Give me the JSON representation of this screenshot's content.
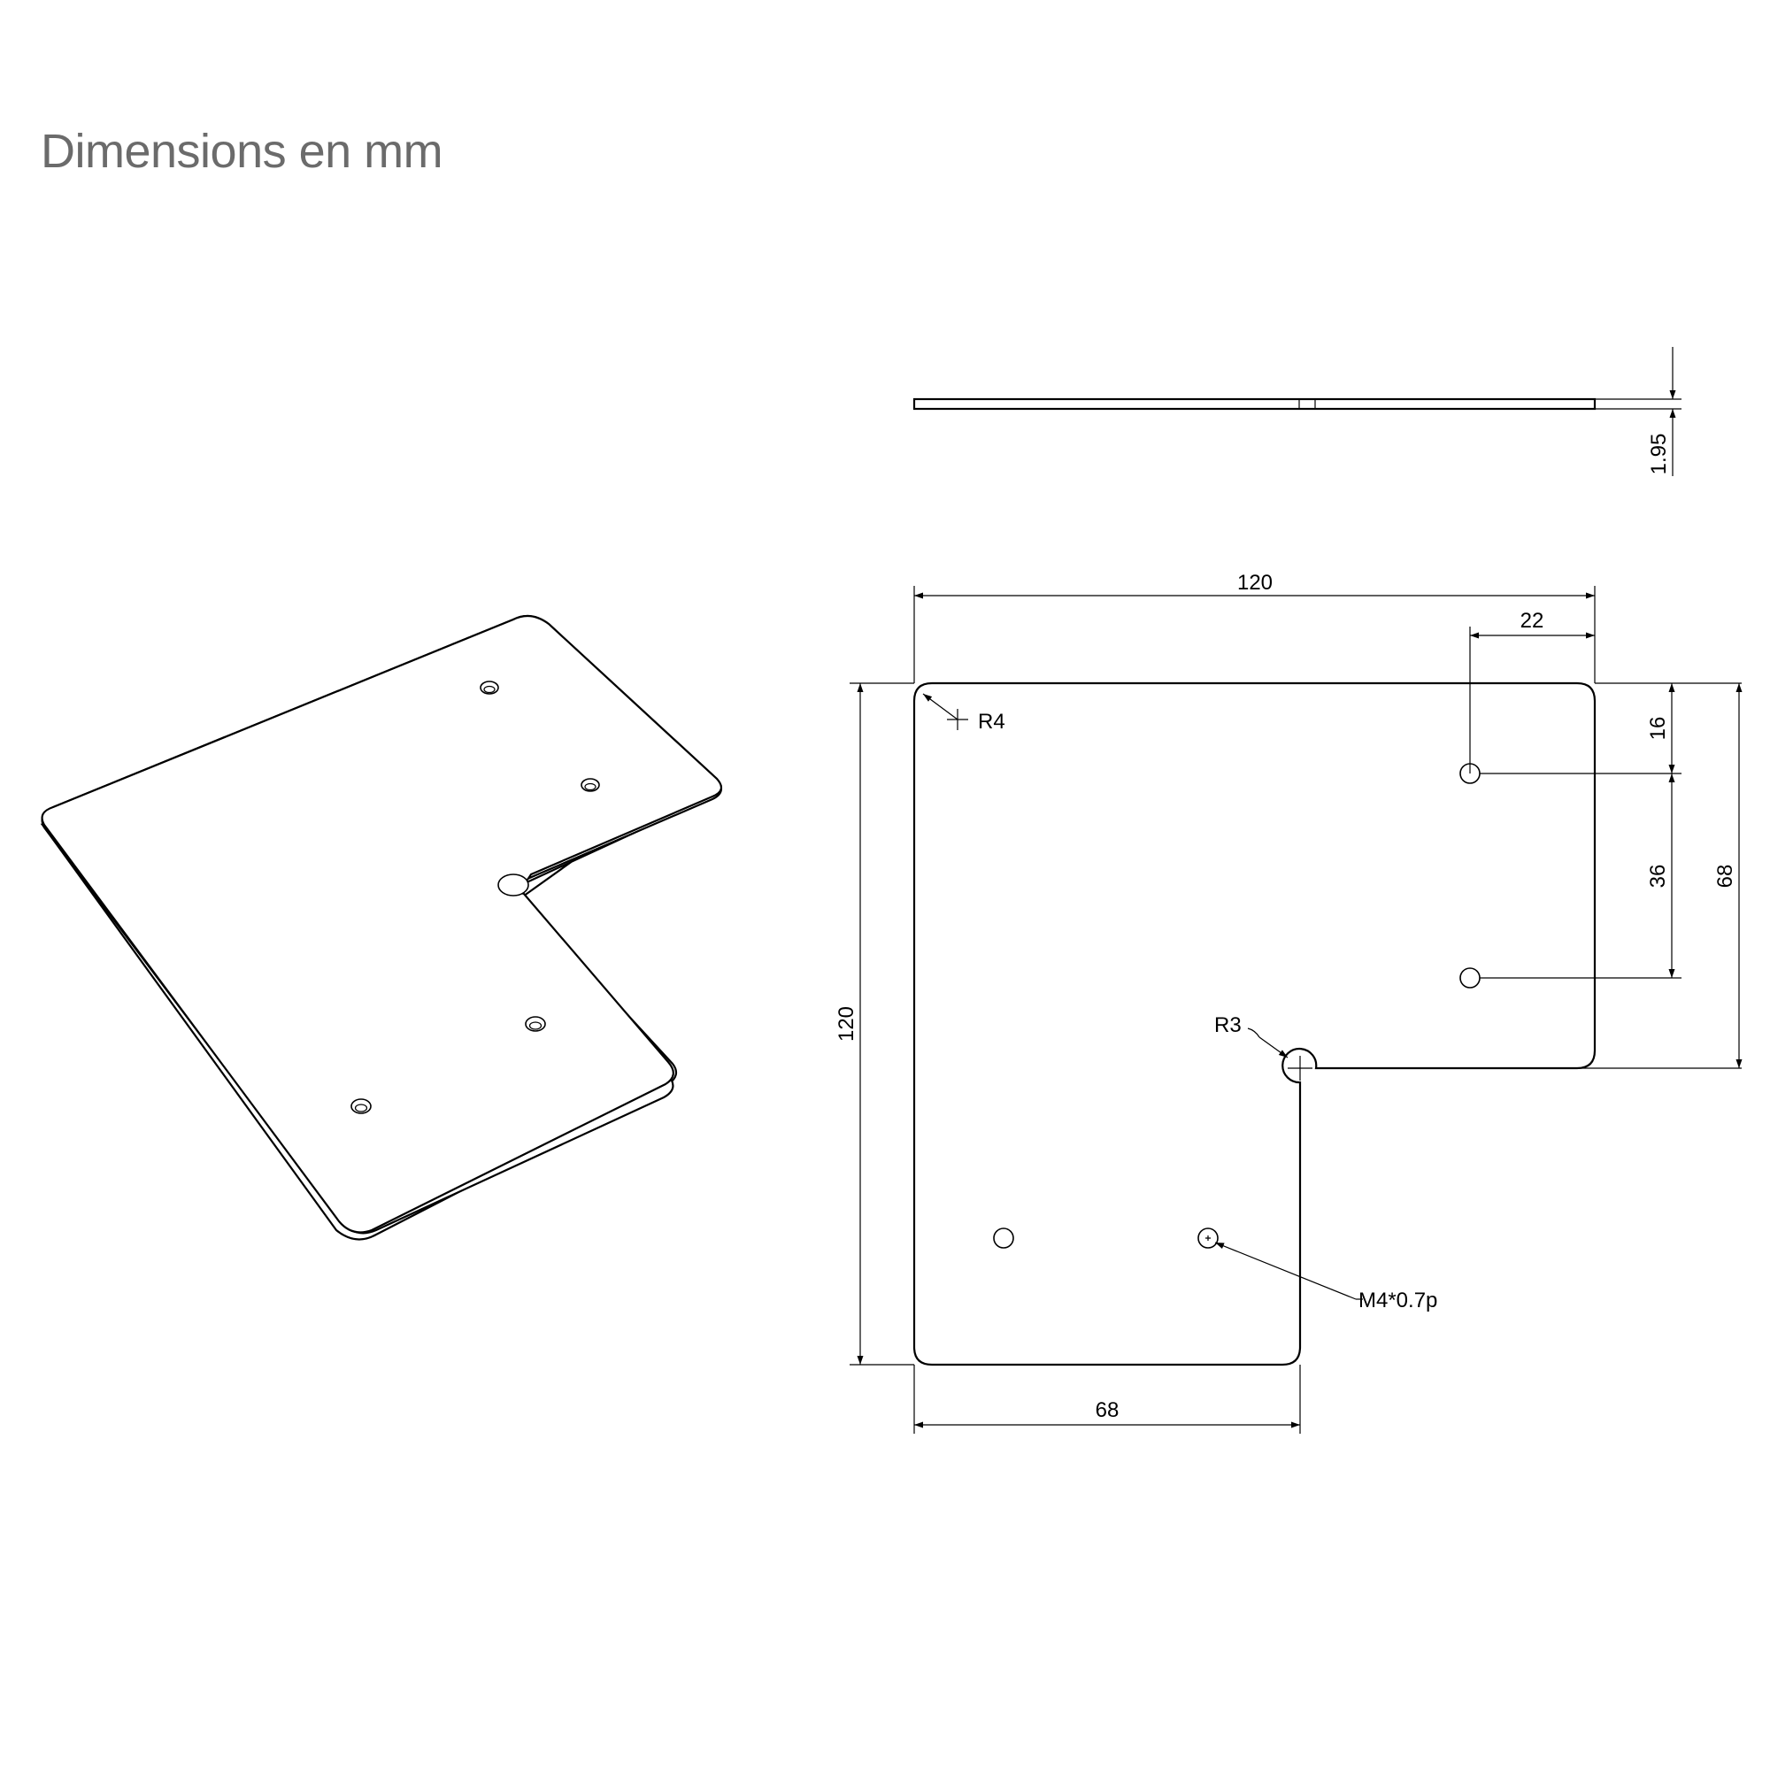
{
  "title": "Dimensions en mm",
  "dimensions": {
    "thickness": "1.95",
    "overall_width": "120",
    "hole_offset_right": "22",
    "overall_height": "120",
    "hole_offset_top": "16",
    "hole_spacing": "36",
    "tab_height": "68",
    "leg_width": "68"
  },
  "annotations": {
    "corner_radius": "R4",
    "notch_radius": "R3",
    "thread": "M4*0.7p"
  }
}
